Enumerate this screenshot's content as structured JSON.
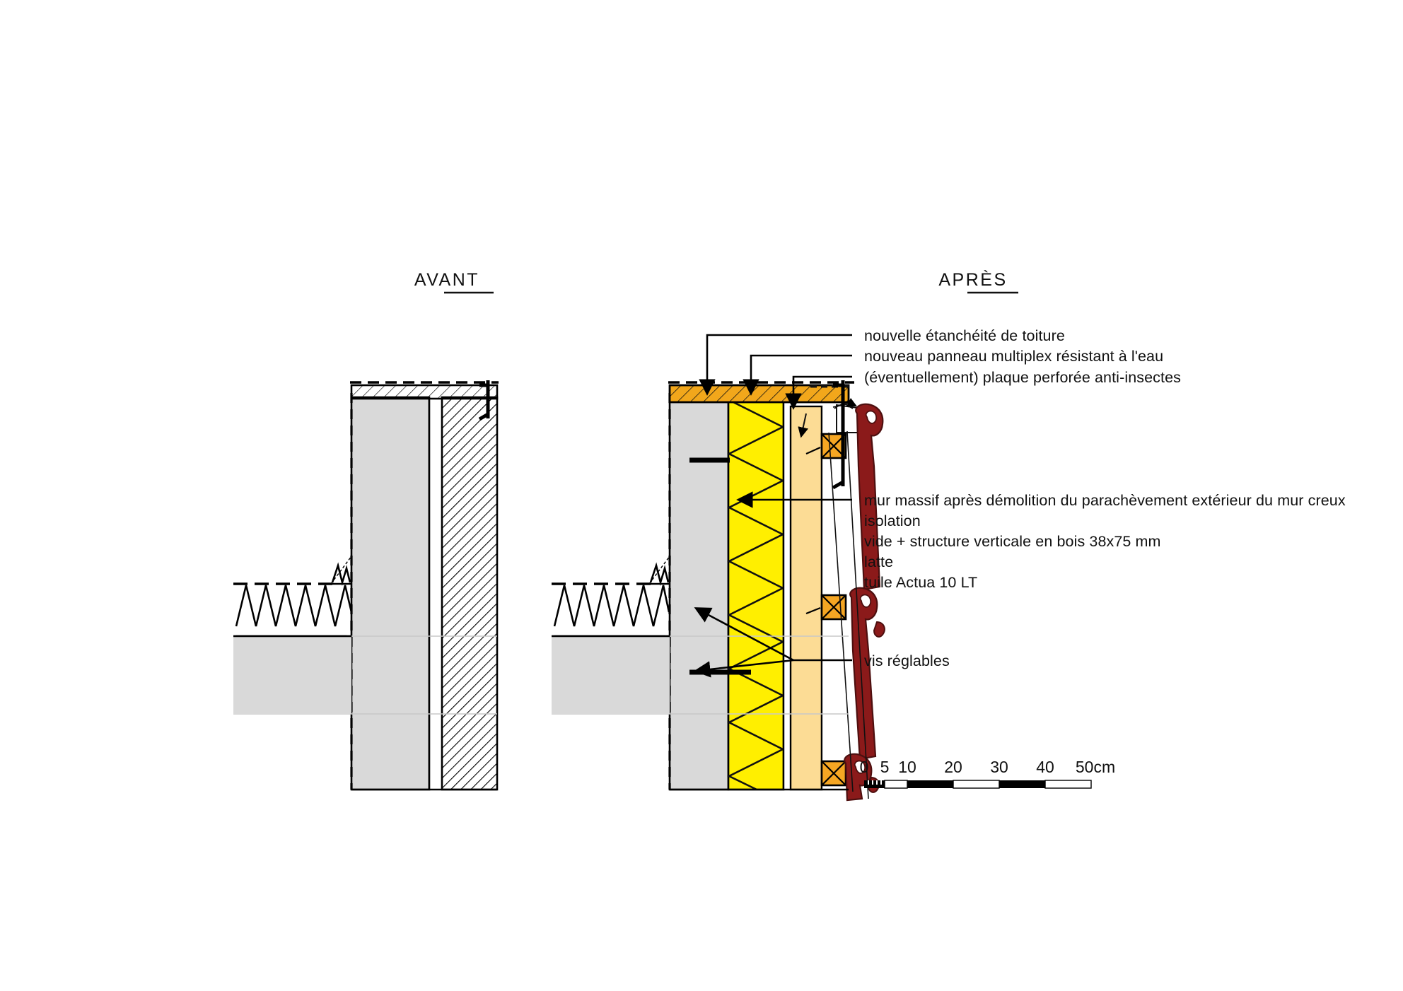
{
  "sheet": {
    "background_color": "#ffffff",
    "ink_color": "#111111"
  },
  "panels": [
    {
      "id": "avant",
      "title": "AVANT"
    },
    {
      "id": "apres",
      "title": "APRÈS"
    }
  ],
  "annotations": {
    "roof_group": [
      "nouvelle étanchéité de toiture",
      "nouveau panneau multiplex résistant à l'eau",
      "(éventuellement) plaque perforée anti-insectes"
    ],
    "wall_group": [
      "mur massif après démolition du parachèvement extérieur du mur creux",
      "isolation",
      "vide + structure verticale en bois 38x75 mm",
      "latte",
      "tuile Actua 10 LT"
    ],
    "screws": "vis réglables"
  },
  "scale_bar": {
    "ticks": [
      "0",
      "5",
      "10",
      "20",
      "30",
      "40",
      "50cm"
    ],
    "tick_values": [
      0,
      5,
      10,
      20,
      30,
      40,
      50
    ],
    "unit": "cm",
    "segment_fill": "#000000"
  },
  "materials": {
    "masonry_inner": {
      "name": "mur massif",
      "color": "#d9d9d9"
    },
    "masonry_outer_hatched": {
      "name": "parachèvement extérieur mur creux",
      "color": "#ffffff"
    },
    "insulation": {
      "name": "isolation",
      "color": "#ffef00"
    },
    "cavity_batten": {
      "name": "vide + structure verticale en bois 38x75 mm",
      "color": "#fcdc95"
    },
    "stud": {
      "name": "structure bois",
      "color": "#f5a623"
    },
    "roof_build_up": {
      "name": "étanchéité / multiplex",
      "color": "#f2a71b"
    },
    "tile": {
      "name": "tuile Actua 10 LT",
      "color": "#8b1a1a"
    },
    "line": {
      "name": "trait de coupe",
      "color": "#000000"
    }
  }
}
